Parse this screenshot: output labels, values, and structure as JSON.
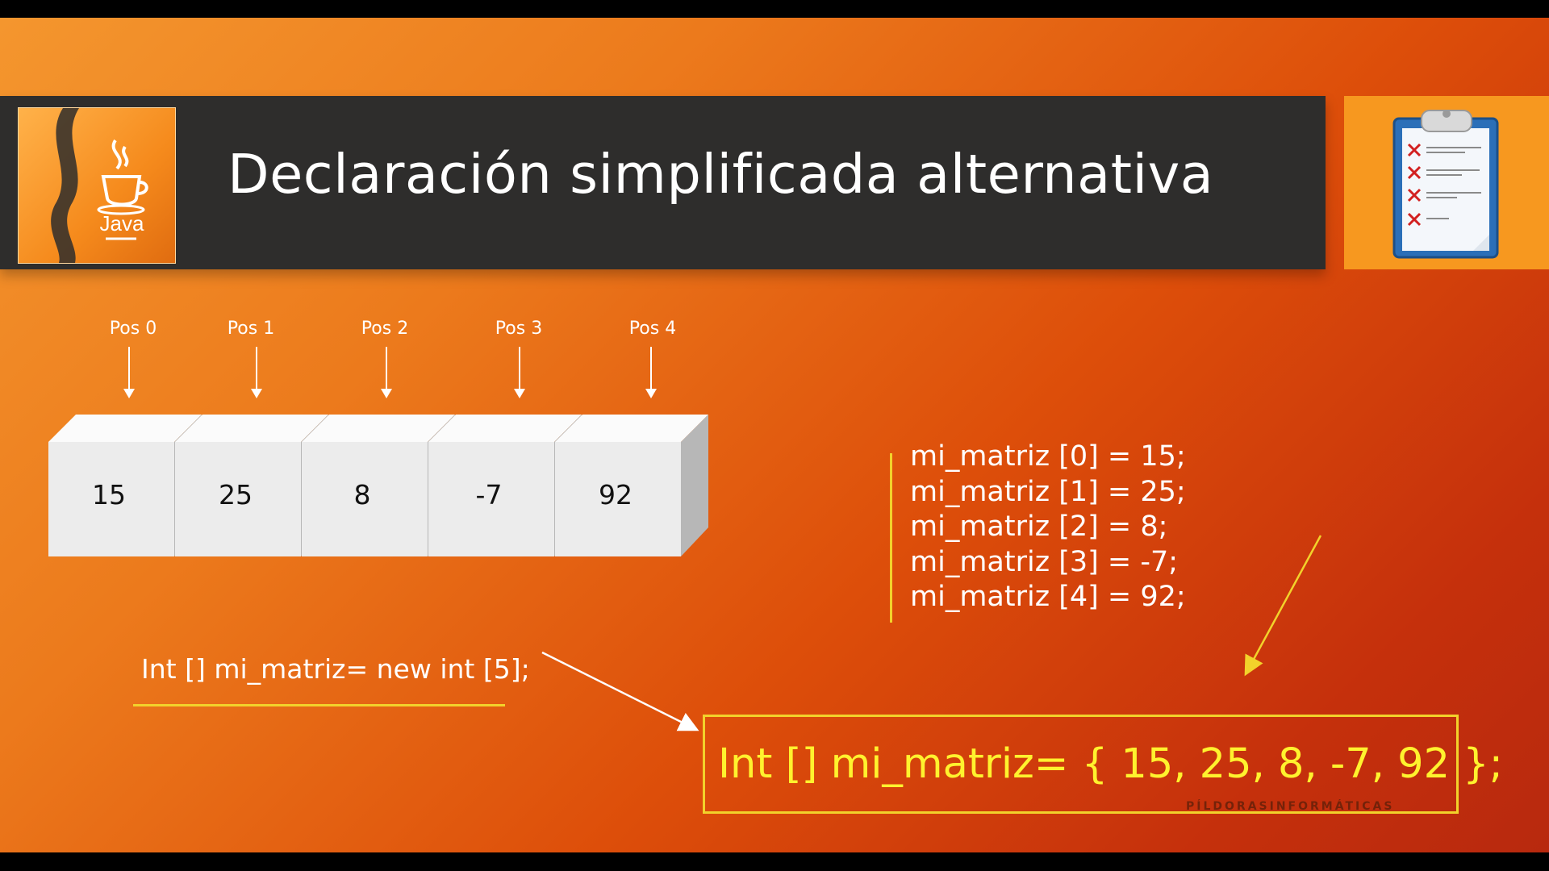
{
  "slide": {
    "title": "Declaración simplificada alternativa",
    "logo_text": "Java",
    "positions": [
      "Pos 0",
      "Pos 1",
      "Pos 2",
      "Pos 3",
      "Pos 4"
    ],
    "values": [
      "15",
      "25",
      "8",
      "-7",
      "92"
    ],
    "assignments": [
      "mi_matriz [0] = 15;",
      "mi_matriz [1] = 25;",
      "mi_matriz [2] = 8;",
      "mi_matriz [3] = -7;",
      "mi_matriz [4] = 92;"
    ],
    "old_declaration": "Int [] mi_matriz= new int [5];",
    "new_declaration": "Int [] mi_matriz= { 15, 25, 8, -7, 92 };",
    "watermark": "PÍLDORASINFORMÁTICAS"
  },
  "colors": {
    "accent_yellow": "#f2d22b",
    "highlight_text": "#fff22e",
    "title_bar": "#2e2d2c",
    "logo_orange": "#f58a1c"
  },
  "icons": {
    "logo": "java-coffee-cup-icon",
    "panel": "clipboard-checklist-icon"
  }
}
